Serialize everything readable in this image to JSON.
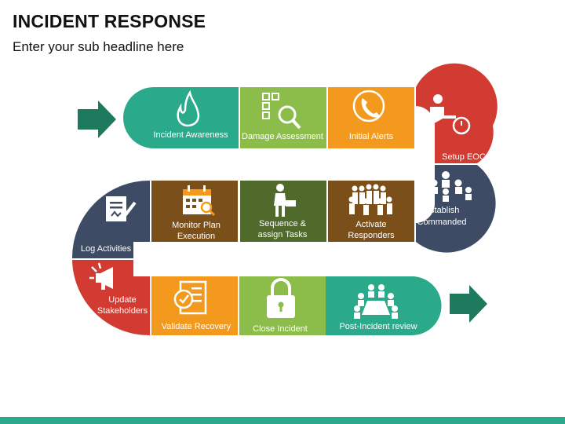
{
  "header": {
    "title": "INCIDENT RESPONSE",
    "subtitle": "Enter your sub headline here"
  },
  "colors": {
    "teal": "#2aaa8a",
    "green": "#8cbd4a",
    "orange": "#f39a1e",
    "red": "#d23b31",
    "slate": "#3d4c64",
    "brown": "#7b4f1a",
    "olive": "#4f6a2a",
    "arrow": "#1e7a5c",
    "bottom_bar": "#2aaa8a"
  },
  "steps": {
    "incident_awareness": "Incident Awareness",
    "damage_assessment": "Damage Assessment",
    "initial_alerts": "Initial Alerts",
    "setup_eoc": "Setup EOC",
    "establish_line1": "Establish",
    "establish_line2": "Commanded",
    "activate_line1": "Activate",
    "activate_line2": "Responders",
    "sequence_line1": "Sequence &",
    "sequence_line2": "assign Tasks",
    "monitor_line1": "Monitor Plan",
    "monitor_line2": "Execution",
    "log_activities": "Log Activities",
    "update_line1": "Update",
    "update_line2": "Stakeholders",
    "validate_recovery": "Validate Recovery",
    "close_incident": "Close Incident",
    "post_incident_review": "Post-Incident review"
  }
}
